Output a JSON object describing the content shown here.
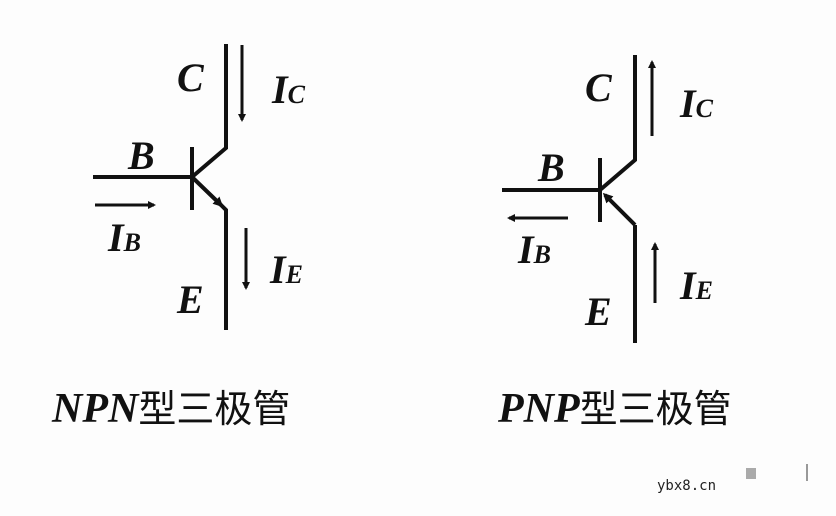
{
  "npn": {
    "collector_label": "C",
    "base_label": "B",
    "emitter_label": "E",
    "ic_main": "I",
    "ic_sub": "C",
    "ib_main": "I",
    "ib_sub": "B",
    "ie_main": "I",
    "ie_sub": "E",
    "caption_en": "NPN",
    "caption_cn": "型三极管"
  },
  "pnp": {
    "collector_label": "C",
    "base_label": "B",
    "emitter_label": "E",
    "ic_main": "I",
    "ic_sub": "C",
    "ib_main": "I",
    "ib_sub": "B",
    "ie_main": "I",
    "ie_sub": "E",
    "caption_en": "PNP",
    "caption_cn": "型三极管"
  },
  "watermark": {
    "text": "ybx8.cn"
  },
  "colors": {
    "stroke": "#111111",
    "background": "#fdfdfd"
  }
}
